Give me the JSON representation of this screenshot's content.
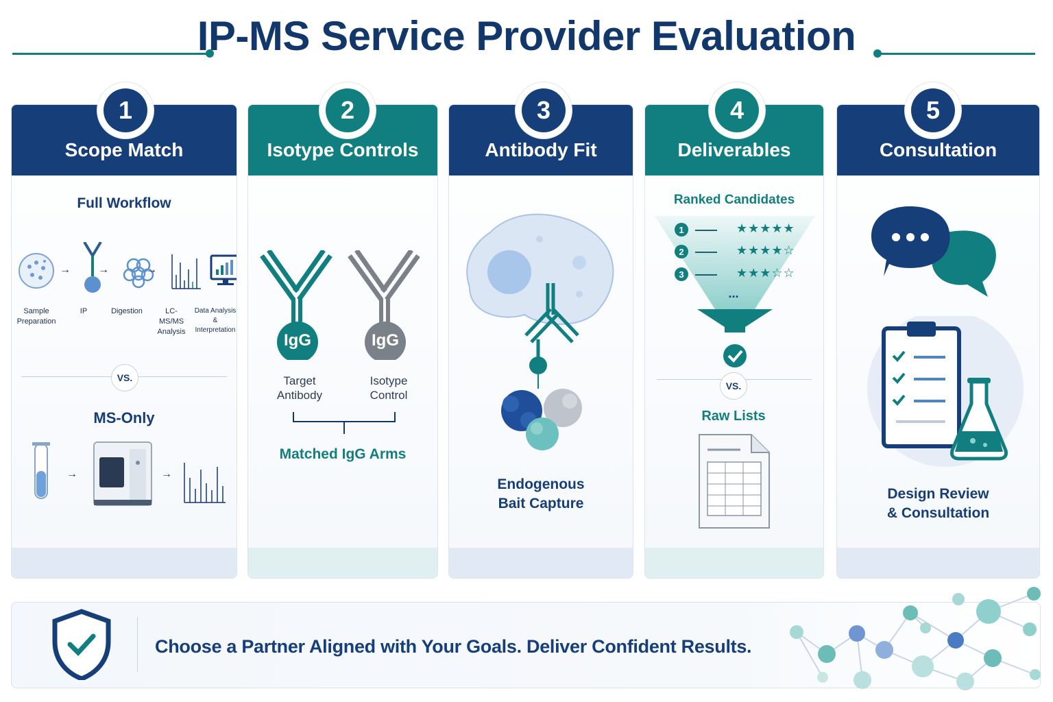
{
  "title": "IP-MS Service Provider Evaluation",
  "cards": [
    {
      "number": "1",
      "title": "Scope Match",
      "subtitle_top": "Full Workflow",
      "steps": [
        "Sample Preparation",
        "IP",
        "Digestion",
        "LC-MS/MS Analysis",
        "Data Analysis & Interpretation"
      ],
      "vs": "VS.",
      "subtitle_bottom": "MS-Only"
    },
    {
      "number": "2",
      "title": "Isotype Controls",
      "igg_left": "IgG",
      "igg_right": "IgG",
      "label_left": "Target Antibody",
      "label_right": "Isotype Control",
      "footer": "Matched IgG Arms"
    },
    {
      "number": "3",
      "title": "Antibody Fit",
      "caption": "Endogenous Bait Capture"
    },
    {
      "number": "4",
      "title": "Deliverables",
      "subtitle_top": "Ranked Candidates",
      "ranks": [
        {
          "num": "1",
          "stars": "★★★★★"
        },
        {
          "num": "2",
          "stars": "★★★★☆"
        },
        {
          "num": "3",
          "stars": "★★★☆☆"
        }
      ],
      "ellipsis": "...",
      "vs": "VS.",
      "subtitle_bottom": "Raw Lists"
    },
    {
      "number": "5",
      "title": "Consultation",
      "caption": "Design Review & Consultation"
    }
  ],
  "tagline": "Choose a Partner Aligned with Your Goals. Deliver Confident Results.",
  "colors": {
    "navy": "#163f7a",
    "teal": "#117f80",
    "light_blue": "#a9c6e8",
    "light_teal": "#5fb8b6"
  },
  "icons": [
    "cell-dish-icon",
    "antibody-icon",
    "digestion-icon",
    "spectrum-chart-icon",
    "monitor-chart-icon",
    "test-tube-icon",
    "mass-spectrometer-icon",
    "cell-icon",
    "protein-complex-icon",
    "funnel-icon",
    "check-icon",
    "document-table-icon",
    "chat-bubbles-icon",
    "clipboard-checklist-icon",
    "flask-icon",
    "shield-check-icon",
    "network-graph-icon"
  ]
}
